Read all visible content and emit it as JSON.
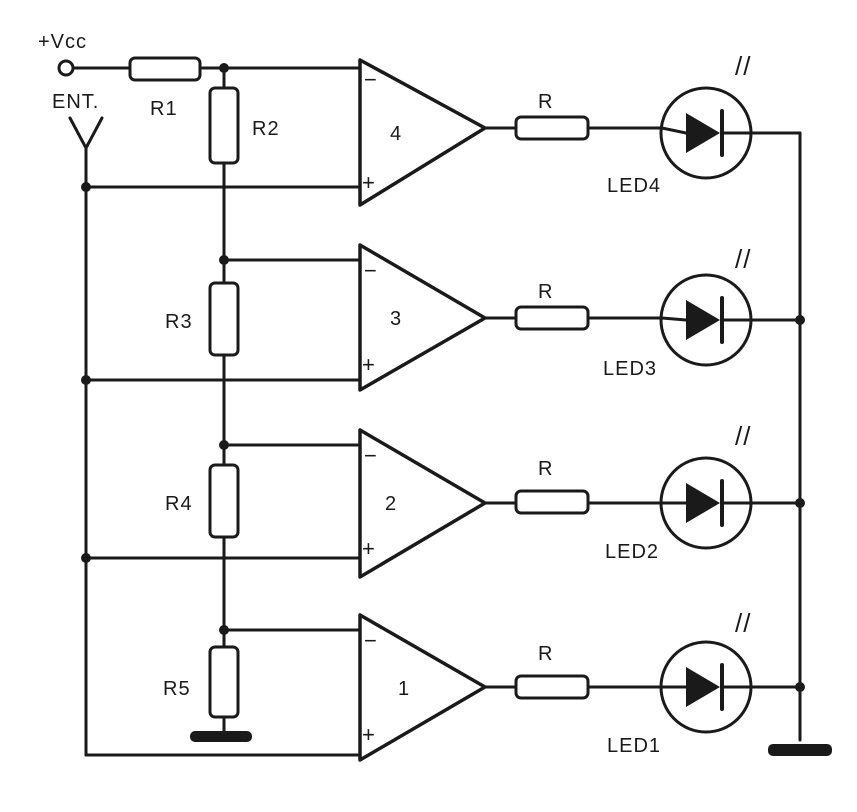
{
  "supply_label": "+Vcc",
  "input_label": "ENT.",
  "resistors": {
    "r1": "R1",
    "r2": "R2",
    "r3": "R3",
    "r4": "R4",
    "r5": "R5"
  },
  "stages": [
    {
      "amp": "4",
      "resistor": "R",
      "led": "LED4",
      "minus": "−",
      "plus": "+"
    },
    {
      "amp": "3",
      "resistor": "R",
      "led": "LED3",
      "minus": "−",
      "plus": "+"
    },
    {
      "amp": "2",
      "resistor": "R",
      "led": "LED2",
      "minus": "−",
      "plus": "+"
    },
    {
      "amp": "1",
      "resistor": "R",
      "led": "LED1",
      "minus": "−",
      "plus": "+"
    }
  ],
  "light_marks": "//"
}
